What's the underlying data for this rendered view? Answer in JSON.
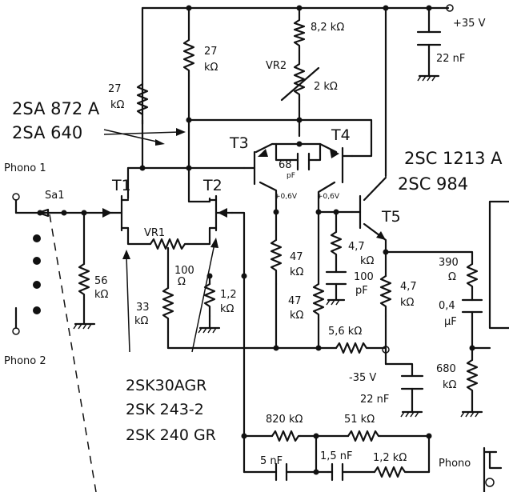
{
  "power": {
    "pos_rail": "+35 V",
    "neg_rail": "-35 V",
    "cap_pos": "22 nF",
    "cap_neg": "22 nF"
  },
  "inputs": {
    "phono1": "Phono 1",
    "phono2": "Phono 2",
    "switch": "Sa1",
    "phono_out": "Phono"
  },
  "transistors": {
    "t1": "T1",
    "t2": "T2",
    "t3": "T3",
    "t4": "T4",
    "t5": "T5",
    "pnp_types": [
      "2SA 872 A",
      "2SA 640"
    ],
    "npn_types": [
      "2SC 1213 A",
      "2SC 984"
    ],
    "fet_types": [
      "2SK30AGR",
      "2SK 243-2",
      "2SK 240 GR"
    ]
  },
  "resistors": {
    "r_8k2": "8,2 kΩ",
    "vr2": "VR2",
    "vr2_val": "2 kΩ",
    "r_27a_v": "27",
    "r_27a_u": "kΩ",
    "r_27b_v": "27",
    "r_27b_u": "kΩ",
    "r_56_v": "56",
    "r_56_u": "kΩ",
    "vr1": "VR1",
    "vr1_v": "100",
    "vr1_u": "Ω",
    "r_33_v": "33",
    "r_33_u": "kΩ",
    "r_1k2a_v": "1,2",
    "r_1k2a_u": "kΩ",
    "r_47a_v": "47",
    "r_47a_u": "kΩ",
    "r_47b_v": "47",
    "r_47b_u": "kΩ",
    "r_4k7a_v": "4,7",
    "r_4k7a_u": "kΩ",
    "r_4k7b_v": "4,7",
    "r_4k7b_u": "kΩ",
    "r_5k6": "5,6 kΩ",
    "r_390_v": "390",
    "r_390_u": "Ω",
    "r_680_v": "680",
    "r_680_u": "kΩ",
    "r_820": "820 kΩ",
    "r_51": "51 kΩ",
    "r_1k2b": "1,2 kΩ"
  },
  "capacitors": {
    "c_68_v": "68",
    "c_68_u": "pF",
    "c_100_v": "100",
    "c_100_u": "pF",
    "c_04_v": "0,4",
    "c_04_u": "μF",
    "c_5n": "5 nF",
    "c_1n5": "1,5 nF"
  },
  "bias": {
    "v1": "+0,6V",
    "v2": "+0,6V"
  }
}
